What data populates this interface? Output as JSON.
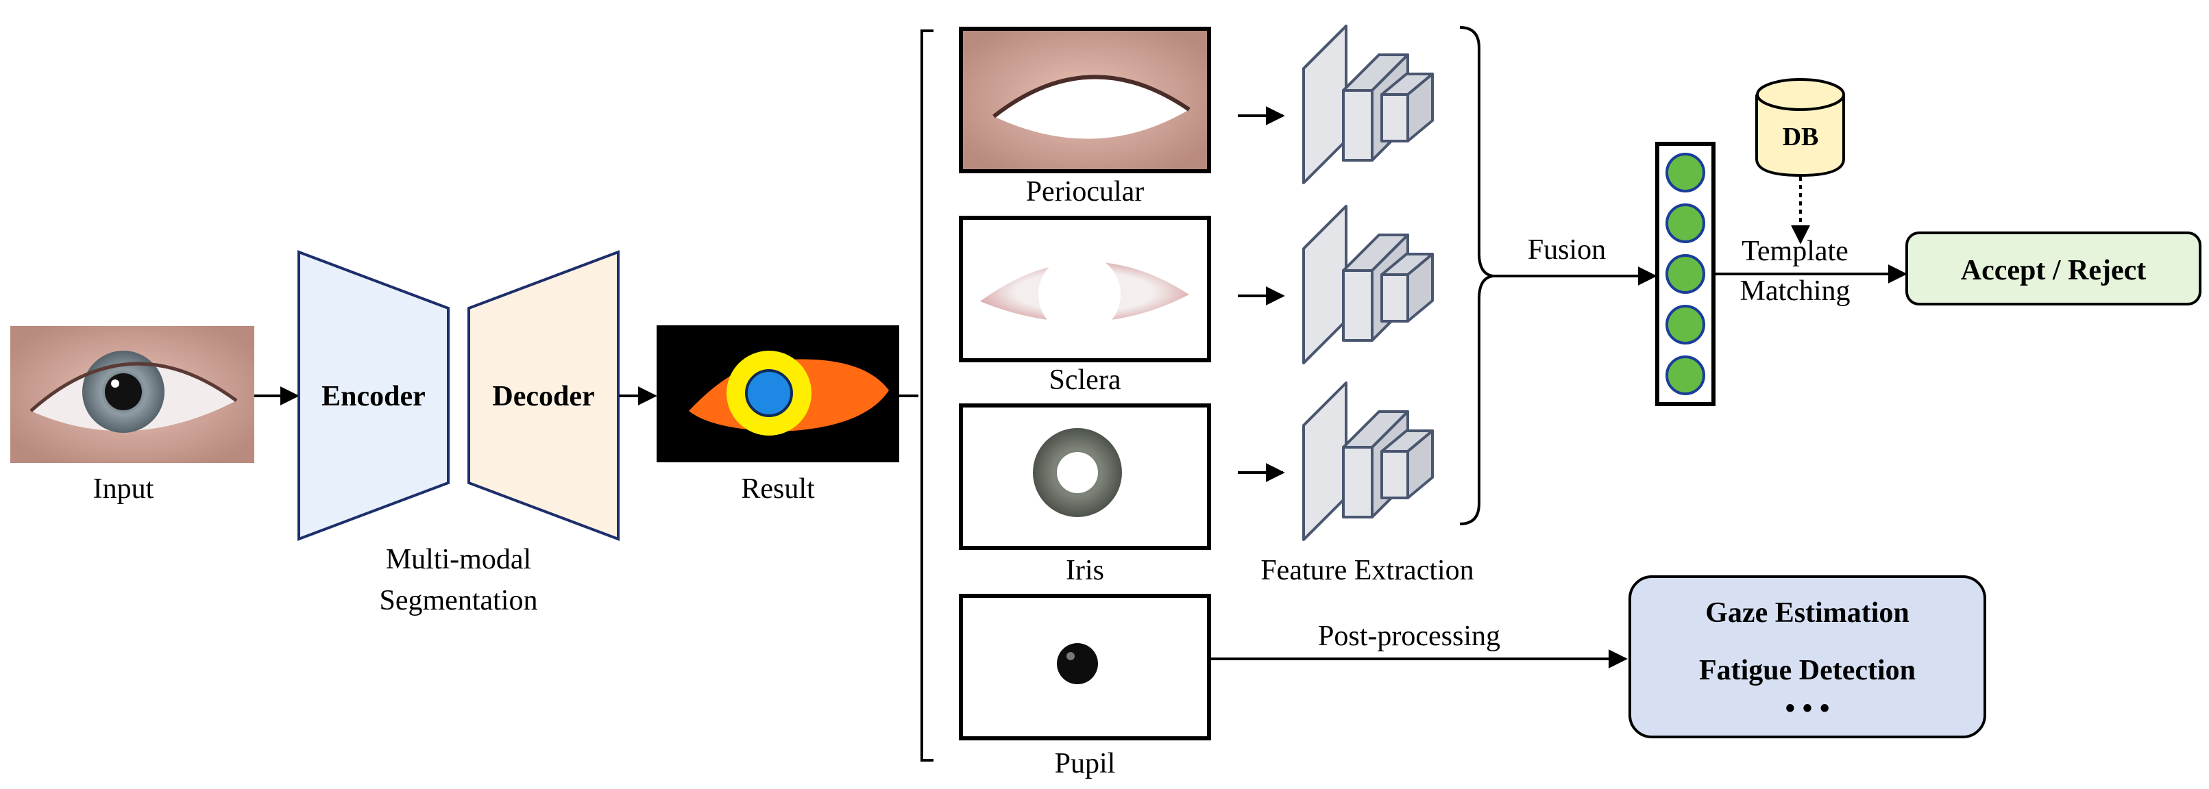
{
  "labels": {
    "input": "Input",
    "encoder": "Encoder",
    "decoder": "Decoder",
    "segmentation_line1": "Multi-modal",
    "segmentation_line2": "Segmentation",
    "result": "Result",
    "periocular": "Periocular",
    "sclera": "Sclera",
    "iris": "Iris",
    "pupil": "Pupil",
    "feature_extraction": "Feature Extraction",
    "fusion": "Fusion",
    "db": "DB",
    "template_line1": "Template",
    "template_line2": "Matching",
    "accept_reject": "Accept / Reject",
    "post_processing": "Post-processing",
    "gaze_estimation": "Gaze Estimation",
    "fatigue_detection": "Fatigue Detection",
    "ellipsis": "• • •"
  },
  "colors": {
    "encoder_fill": "#e8f0fb",
    "decoder_fill": "#fdf1e2",
    "result_background": "#000000",
    "result_sclera": "#ff6a13",
    "result_iris": "#ffee00",
    "result_pupil": "#1e88e5",
    "feature_vector_dot": "#66bb44",
    "feature_vector_dot_outline": "#1a3d99",
    "db_fill": "#fff3c4",
    "accept_fill": "#e7f4dc",
    "downstream_fill": "#d7e0f2",
    "cnn_block_fill": "#e3e5e9",
    "cnn_block_stroke": "#4a5670"
  }
}
